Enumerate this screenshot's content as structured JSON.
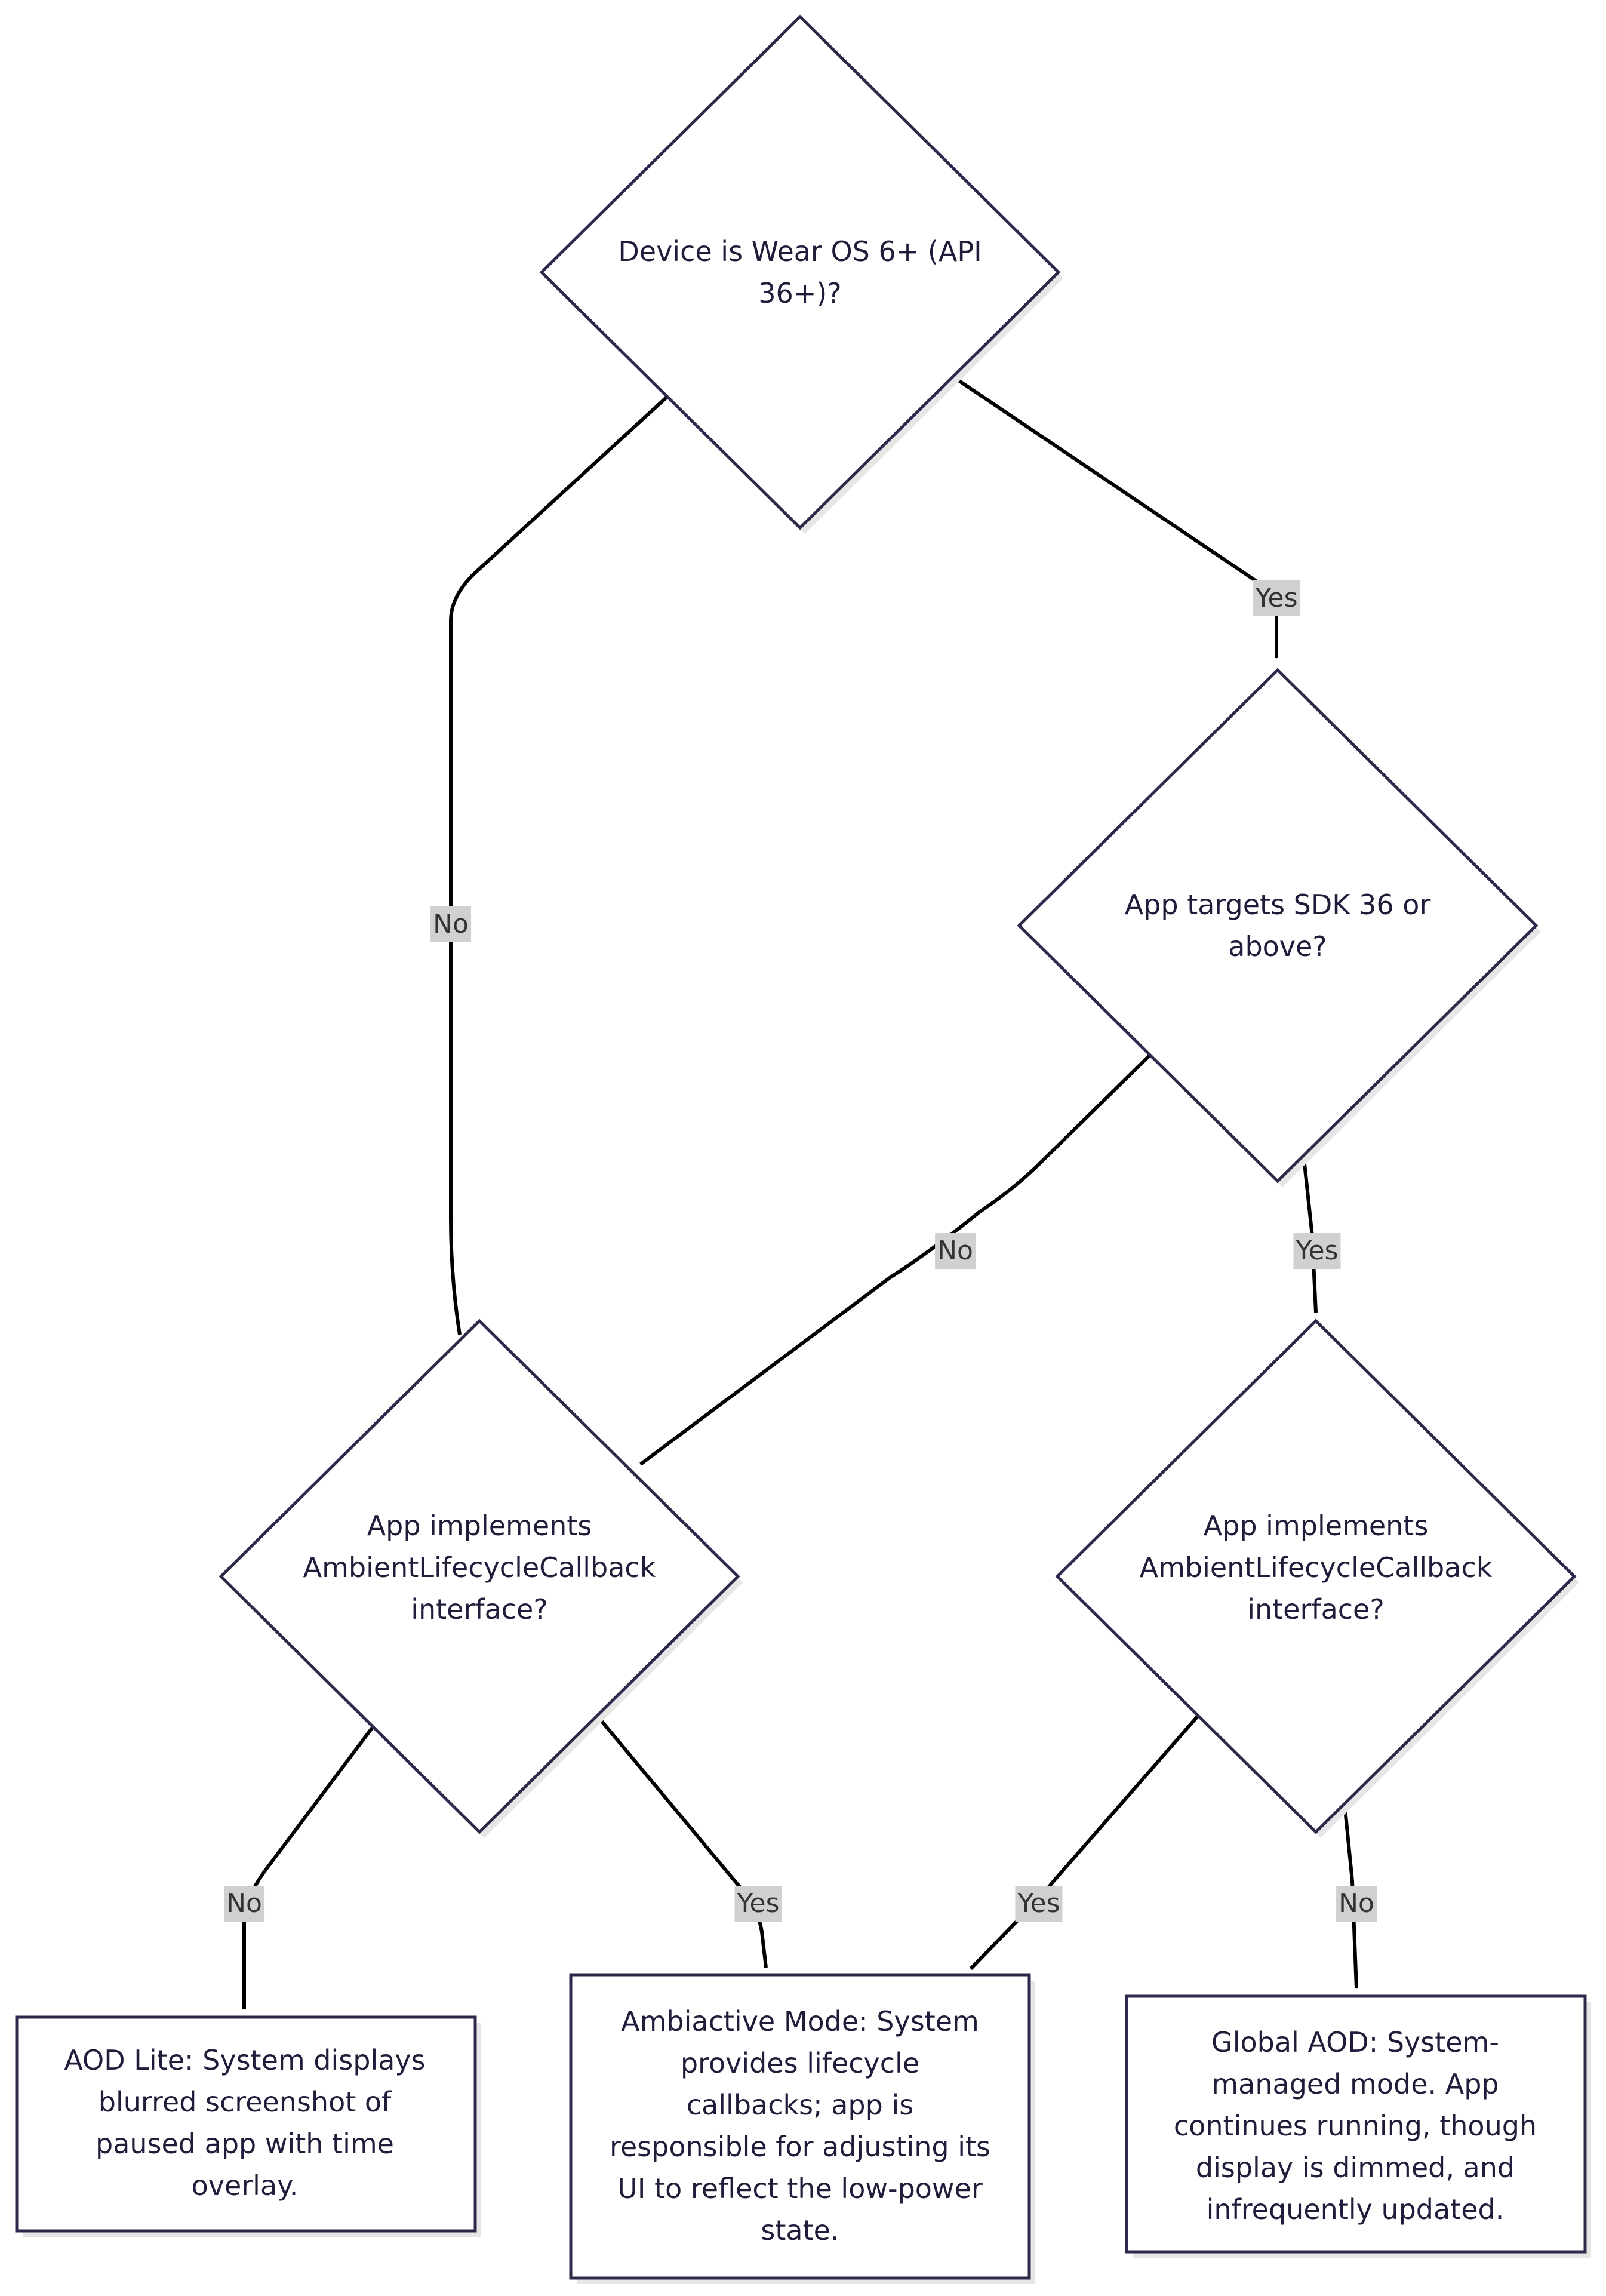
{
  "colors": {
    "node_fill": "#ffffff",
    "node_stroke": "#2b2a4a",
    "edge": "#000000",
    "label_bg": "#d0d0d0",
    "shadow": "#e6e6e6"
  },
  "nodes": {
    "q_wear_os": {
      "text": "Device is Wear OS 6+ (API 36+)?"
    },
    "q_target_sdk": {
      "text": "App targets SDK 36 or above?"
    },
    "q_callback_left": {
      "text": "App implements AmbientLifecycleCallback interface?"
    },
    "q_callback_right": {
      "text": "App implements AmbientLifecycleCallback interface?"
    },
    "r_aod_lite": {
      "text": "AOD Lite: System displays blurred screenshot of paused app with time overlay."
    },
    "r_ambiactive": {
      "text": "Ambiactive Mode: System provides lifecycle callbacks; app is responsible for adjusting its UI to reflect the low-power state."
    },
    "r_global_aod": {
      "text": "Global AOD: System-managed mode. App continues running, though display is dimmed, and infrequently updated."
    }
  },
  "edges": {
    "wear_no": {
      "label": "No"
    },
    "wear_yes": {
      "label": "Yes"
    },
    "sdk_no": {
      "label": "No"
    },
    "sdk_yes": {
      "label": "Yes"
    },
    "left_no": {
      "label": "No"
    },
    "left_yes": {
      "label": "Yes"
    },
    "right_yes": {
      "label": "Yes"
    },
    "right_no": {
      "label": "No"
    }
  }
}
